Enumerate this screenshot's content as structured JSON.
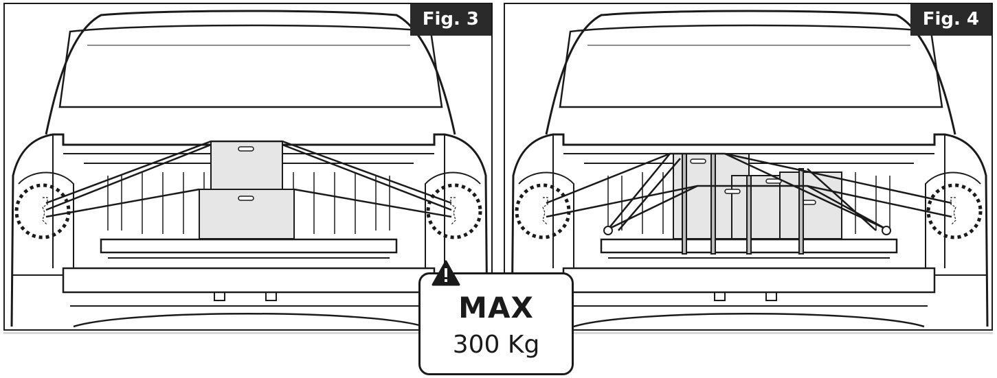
{
  "figures": [
    {
      "tag": "Fig. 3"
    },
    {
      "tag": "Fig. 4"
    }
  ],
  "badge": {
    "heading": "MAX",
    "limit": "300 Kg",
    "icon": "warning-triangle-icon"
  },
  "colors": {
    "line": "#1a1a1a",
    "fill_cargo": "#e6e6e6",
    "tag_bg": "#2a2a2a"
  }
}
